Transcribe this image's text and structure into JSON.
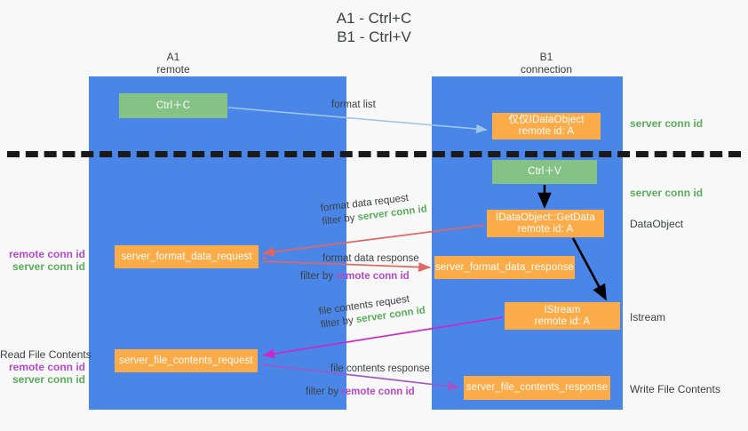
{
  "title": "A1 - Ctrl+C\nB1 - Ctrl+V",
  "columns": {
    "a1": "A1\nremote",
    "b1": "B1\nconnection"
  },
  "nodes": {
    "ctrl_c": "Ctrl＋C",
    "idataobject": "仅仅IDataObject\nremote id: A",
    "ctrl_v": "Ctrl＋V",
    "getdata": "IDataObject::GetData\nremote id: A",
    "server_format_data_request": "server_format_data_request",
    "server_format_data_response": "server_format_data_response",
    "istream": "IStream\nremote id: A",
    "server_file_contents_request": "server_file_contents_request",
    "server_file_contents_response": "server_file_contents_response"
  },
  "edge_labels": {
    "format_list": "format list",
    "format_data_request": "format data request",
    "format_data_request_filter_prefix": "filter by ",
    "format_data_request_filter_value": "server conn id",
    "format_data_response": "format data response",
    "format_data_response_filter_prefix": "filter by ",
    "format_data_response_filter_value": "remote conn id",
    "file_contents_request": "file contents request",
    "file_contents_request_filter_prefix": "filter by ",
    "file_contents_request_filter_value": "server conn id",
    "file_contents_response": "file contents response",
    "file_contents_response_filter_prefix": "filter by ",
    "file_contents_response_filter_value": "remote conn id"
  },
  "side_notes": {
    "server_conn_id_1": "server conn id",
    "server_conn_id_2": "server conn id",
    "dataobject": "DataObject",
    "istream": "Istream",
    "write_file_contents": "Write File Contents"
  },
  "left_notes": {
    "note1_remote": "remote conn id",
    "note1_server": "server conn id",
    "note2_title": "Read File Contents",
    "note2_remote": "remote conn id",
    "note2_server": "server conn id"
  },
  "colors": {
    "lane": "#4a86e8",
    "green_node": "#85c285",
    "orange_node": "#fbab48",
    "server_text": "#5aad5a",
    "remote_text": "#b44bc8",
    "arrow_blue": "#9fc5e8",
    "arrow_red": "#e06666",
    "arrow_magenta": "#c929c9",
    "arrow_purple": "#9b59c8",
    "arrow_black": "#000000",
    "background": "#f8f8f8"
  }
}
